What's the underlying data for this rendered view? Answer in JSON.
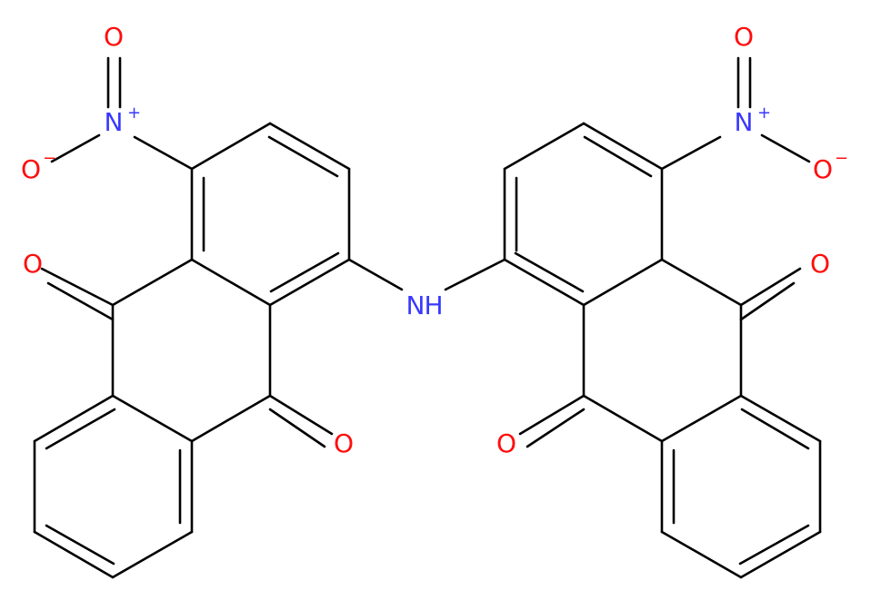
{
  "molecule": {
    "atoms": {
      "n_center": "N",
      "h_center": "H",
      "o_left_mid": "O",
      "o_left_low": "O",
      "o_right_mid": "O",
      "o_right_low": "O",
      "nitro_left_n": "N",
      "nitro_left_o_top": "O",
      "nitro_left_o_minus": "O",
      "nitro_right_n": "N",
      "nitro_right_o_top": "O",
      "nitro_right_o_minus": "O"
    },
    "charges": {
      "plus": "+",
      "minus": "−"
    },
    "colors": {
      "nitrogen": "#3838ff",
      "oxygen": "#ff0d0d",
      "bond": "#000000"
    }
  }
}
